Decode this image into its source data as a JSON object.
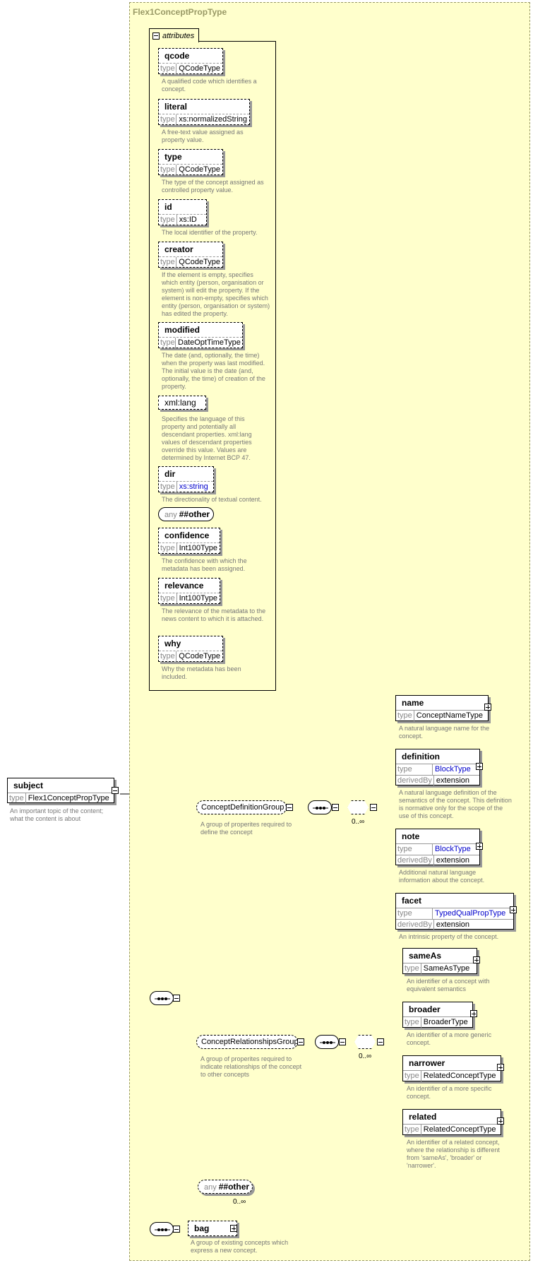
{
  "root": {
    "name": "subject",
    "type_key": "type",
    "type_value": "Flex1ConceptPropType",
    "desc": "An important topic of the content; what the content is about"
  },
  "complex_type": {
    "title": "Flex1ConceptPropType"
  },
  "attributes": {
    "label": "attributes",
    "items": [
      {
        "name": "qcode",
        "type_key": "type",
        "type_value": "QCodeType",
        "desc": "A qualified code which identifies a concept."
      },
      {
        "name": "literal",
        "type_key": "type",
        "type_value": "xs:normalizedString",
        "desc": "A free-text value assigned as property value."
      },
      {
        "name": "type",
        "type_key": "type",
        "type_value": "QCodeType",
        "desc": "The type of the concept assigned as controlled property value."
      },
      {
        "name": "id",
        "type_key": "type",
        "type_value": "xs:ID",
        "desc": "The local identifier of the property."
      },
      {
        "name": "creator",
        "type_key": "type",
        "type_value": "QCodeType",
        "desc": "If the element is empty, specifies which entity (person, organisation or system) will edit the property. If the element is non-empty, specifies which entity (person, organisation or system) has edited the property."
      },
      {
        "name": "modified",
        "type_key": "type",
        "type_value": "DateOptTimeType",
        "desc": "The date (and, optionally, the time) when the property was last modified. The initial value is the date (and, optionally, the time) of creation of the property."
      },
      {
        "name": "xml:lang",
        "desc": "Specifies the language of this property and potentially all descendant properties. xml:lang values of descendant properties override this value. Values are determined by Internet BCP 47."
      },
      {
        "name": "dir",
        "type_key": "type",
        "type_value": "xs:string",
        "desc": "The directionality of textual content."
      },
      {
        "any": "any",
        "other": "##other"
      },
      {
        "name": "confidence",
        "type_key": "type",
        "type_value": "Int100Type",
        "desc": "The confidence with which the metadata has been assigned."
      },
      {
        "name": "relevance",
        "type_key": "type",
        "type_value": "Int100Type",
        "desc": "The relevance of the metadata to the news content to which it is attached."
      },
      {
        "name": "why",
        "type_key": "type",
        "type_value": "QCodeType",
        "desc": "Why the metadata has been included."
      }
    ]
  },
  "concept_definition_group": {
    "name": "ConceptDefinitionGroup",
    "desc": "A group of properites required to define the concept",
    "occurs": "0..∞",
    "elements": [
      {
        "name": "name",
        "type_key": "type",
        "type_value": "ConceptNameType",
        "desc": "A natural language name for the concept."
      },
      {
        "name": "definition",
        "type_key": "type",
        "type_value": "BlockType",
        "derived_key": "derivedBy",
        "derived_value": "extension",
        "desc": "A natural language definition of the semantics of the concept. This definition is normative only for the scope of the use of this concept."
      },
      {
        "name": "note",
        "type_key": "type",
        "type_value": "BlockType",
        "derived_key": "derivedBy",
        "derived_value": "extension",
        "desc": "Additional natural language information about the concept."
      },
      {
        "name": "facet",
        "type_key": "type",
        "type_value": "TypedQualPropType",
        "derived_key": "derivedBy",
        "derived_value": "extension",
        "desc": "An intrinsic property of the concept."
      }
    ]
  },
  "concept_relationships_group": {
    "name": "ConceptRelationshipsGroup",
    "desc": "A group of properites required to indicate relationships of the concept to other concepts",
    "occurs": "0..∞",
    "elements": [
      {
        "name": "sameAs",
        "type_key": "type",
        "type_value": "SameAsType",
        "desc": "An identifier of a concept with equivalent semantics"
      },
      {
        "name": "broader",
        "type_key": "type",
        "type_value": "BroaderType",
        "desc": "An identifier of a more generic concept."
      },
      {
        "name": "narrower",
        "type_key": "type",
        "type_value": "RelatedConceptType",
        "desc": "An identifier of a more specific concept."
      },
      {
        "name": "related",
        "type_key": "type",
        "type_value": "RelatedConceptType",
        "desc": "An identifier of a related concept, where the relationship is different from 'sameAs', 'broader' or 'narrower'."
      }
    ]
  },
  "any_other": {
    "any": "any",
    "other": "##other",
    "occurs": "0..∞"
  },
  "bag": {
    "name": "bag",
    "desc": "A group of existing concepts which express a new concept."
  }
}
